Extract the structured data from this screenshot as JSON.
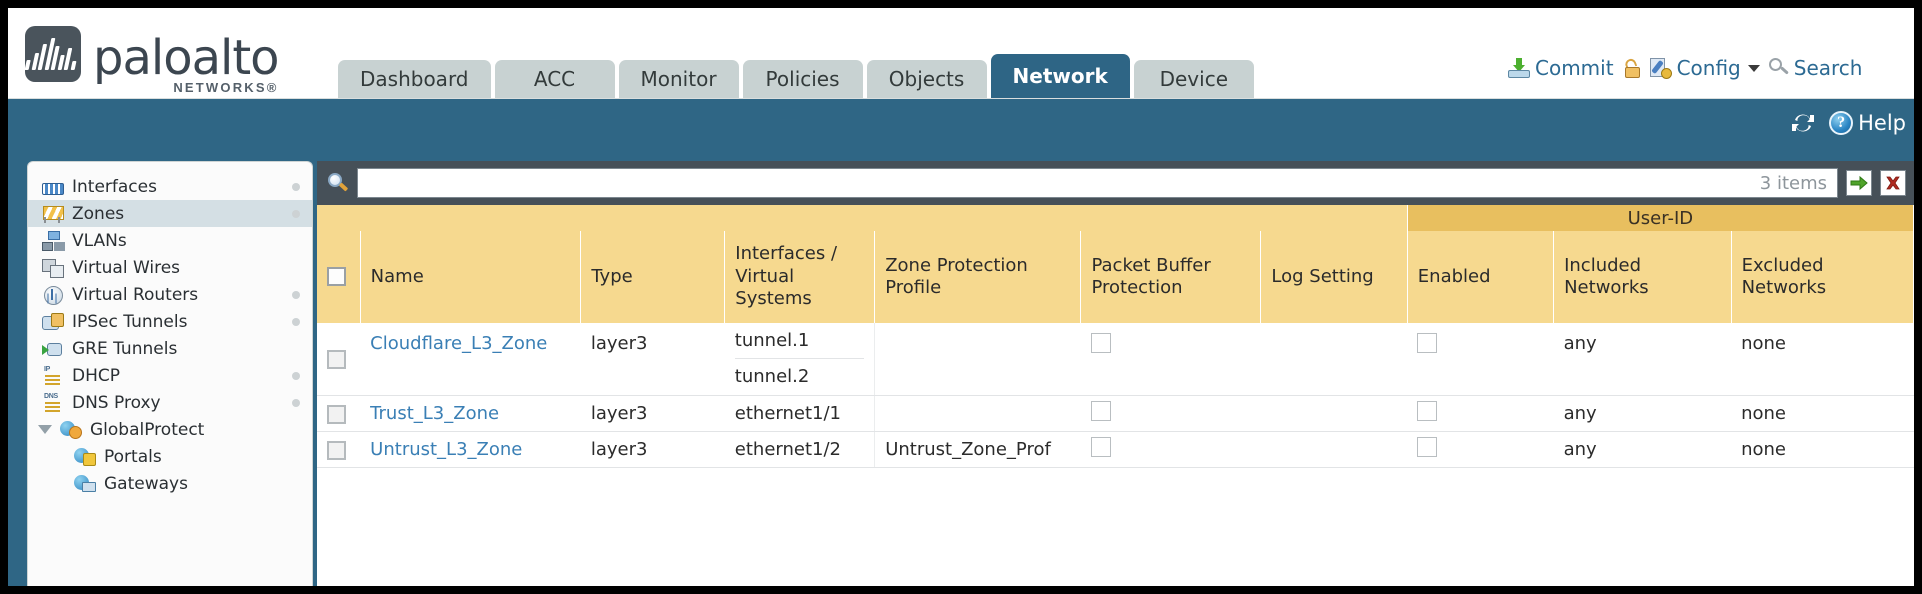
{
  "brand": {
    "name": "paloalto",
    "tagline": "NETWORKS",
    "registered": "®"
  },
  "main_tabs": [
    {
      "label": "Dashboard",
      "active": false
    },
    {
      "label": "ACC",
      "active": false
    },
    {
      "label": "Monitor",
      "active": false
    },
    {
      "label": "Policies",
      "active": false
    },
    {
      "label": "Objects",
      "active": false
    },
    {
      "label": "Network",
      "active": true
    },
    {
      "label": "Device",
      "active": false
    }
  ],
  "top_actions": {
    "commit": "Commit",
    "lock_icon": "padlock-unlocked-icon",
    "config": "Config",
    "search": "Search"
  },
  "band": {
    "refresh_icon": "refresh-icon",
    "help": "Help"
  },
  "sidebar": {
    "items": [
      {
        "label": "Interfaces",
        "icon": "interfaces-icon",
        "selected": false,
        "child": false,
        "dot": true,
        "twisty": false
      },
      {
        "label": "Zones",
        "icon": "zones-icon",
        "selected": true,
        "child": false,
        "dot": true,
        "twisty": false
      },
      {
        "label": "VLANs",
        "icon": "vlans-icon",
        "selected": false,
        "child": false,
        "dot": false,
        "twisty": false
      },
      {
        "label": "Virtual Wires",
        "icon": "virtual-wires-icon",
        "selected": false,
        "child": false,
        "dot": false,
        "twisty": false
      },
      {
        "label": "Virtual Routers",
        "icon": "virtual-routers-icon",
        "selected": false,
        "child": false,
        "dot": true,
        "twisty": false
      },
      {
        "label": "IPSec Tunnels",
        "icon": "ipsec-tunnels-icon",
        "selected": false,
        "child": false,
        "dot": true,
        "twisty": false
      },
      {
        "label": "GRE Tunnels",
        "icon": "gre-tunnels-icon",
        "selected": false,
        "child": false,
        "dot": false,
        "twisty": false
      },
      {
        "label": "DHCP",
        "icon": "dhcp-icon",
        "selected": false,
        "child": false,
        "dot": true,
        "twisty": false
      },
      {
        "label": "DNS Proxy",
        "icon": "dns-proxy-icon",
        "selected": false,
        "child": false,
        "dot": true,
        "twisty": false
      },
      {
        "label": "GlobalProtect",
        "icon": "globalprotect-icon",
        "selected": false,
        "child": false,
        "dot": false,
        "twisty": true
      },
      {
        "label": "Portals",
        "icon": "portals-icon",
        "selected": false,
        "child": true,
        "dot": false,
        "twisty": false
      },
      {
        "label": "Gateways",
        "icon": "gateways-icon",
        "selected": false,
        "child": true,
        "dot": false,
        "twisty": false
      }
    ]
  },
  "filter": {
    "search_icon": "search-icon",
    "value": "",
    "placeholder": "",
    "item_count": "3 items",
    "apply_icon": "green-arrow-apply-icon",
    "clear_icon": "red-x-clear-icon"
  },
  "table": {
    "group_header": "User-ID",
    "columns": [
      "Name",
      "Type",
      "Interfaces / Virtual Systems",
      "Zone Protection Profile",
      "Packet Buffer Protection",
      "Log Setting",
      "Enabled",
      "Included Networks",
      "Excluded Networks"
    ],
    "rows": [
      {
        "name": "Cloudflare_L3_Zone",
        "type": "layer3",
        "interfaces": [
          "tunnel.1",
          "tunnel.2"
        ],
        "zone_protection_profile": "",
        "packet_buffer_protection": false,
        "log_setting": "",
        "user_id_enabled": false,
        "included_networks": "any",
        "excluded_networks": "none"
      },
      {
        "name": "Trust_L3_Zone",
        "type": "layer3",
        "interfaces": [
          "ethernet1/1"
        ],
        "zone_protection_profile": "",
        "packet_buffer_protection": false,
        "log_setting": "",
        "user_id_enabled": false,
        "included_networks": "any",
        "excluded_networks": "none"
      },
      {
        "name": "Untrust_L3_Zone",
        "type": "layer3",
        "interfaces": [
          "ethernet1/2"
        ],
        "zone_protection_profile": "Untrust_Zone_Prof",
        "packet_buffer_protection": false,
        "log_setting": "",
        "user_id_enabled": false,
        "included_networks": "any",
        "excluded_networks": "none"
      }
    ]
  },
  "colors": {
    "brand_dark": "#4a545c",
    "band_blue": "#2f6685",
    "active_tab": "#2e6585",
    "tab_idle": "#c8d2d2",
    "header_yellow": "#f6d98f",
    "group_yellow": "#e8bf5f",
    "link_blue": "#3a7fb5",
    "filter_bar": "#465058"
  }
}
